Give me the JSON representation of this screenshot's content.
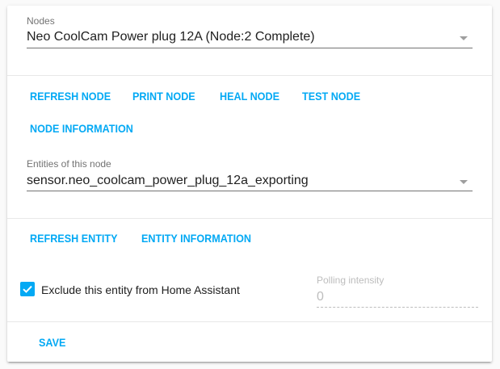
{
  "nodes_field": {
    "label": "Nodes",
    "value": "Neo CoolCam Power plug 12A (Node:2 Complete)"
  },
  "node_actions": [
    {
      "label": "REFRESH NODE"
    },
    {
      "label": "PRINT NODE"
    },
    {
      "label": "HEAL NODE"
    },
    {
      "label": "TEST NODE"
    },
    {
      "label": "NODE INFORMATION"
    }
  ],
  "entities_field": {
    "label": "Entities of this node",
    "value": "sensor.neo_coolcam_power_plug_12a_exporting"
  },
  "entity_actions": [
    {
      "label": "REFRESH ENTITY"
    },
    {
      "label": "ENTITY INFORMATION"
    }
  ],
  "exclude_checkbox": {
    "label": "Exclude this entity from Home Assistant",
    "checked": true
  },
  "polling": {
    "label": "Polling intensity",
    "value": "0"
  },
  "footer": {
    "save_label": "SAVE"
  },
  "colors": {
    "accent": "#03a9f4",
    "text": "#212121",
    "secondary_text": "#737373",
    "disabled": "#bdbdbd"
  }
}
